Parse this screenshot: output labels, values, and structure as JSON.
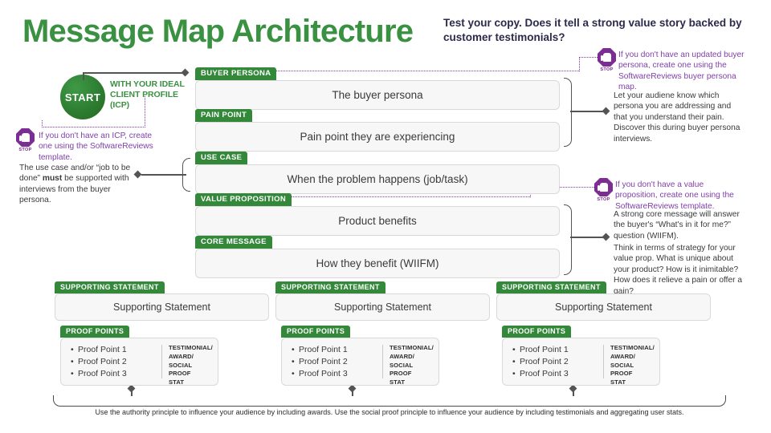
{
  "header": {
    "title": "Message Map Architecture",
    "subtitle": "Test your copy. Does it tell a strong value story backed by customer testimonials?"
  },
  "start": {
    "label": "START",
    "caption": "WITH YOUR IDEAL CLIENT PROFILE (ICP)"
  },
  "messages": [
    {
      "badge": "BUYER PERSONA",
      "text": "The buyer persona"
    },
    {
      "badge": "PAIN POINT",
      "text": "Pain point they are experiencing"
    },
    {
      "badge": "USE CASE",
      "text": "When the problem happens (job/task)"
    },
    {
      "badge": "VALUE PROPOSITION",
      "text": "Product benefits"
    },
    {
      "badge": "CORE MESSAGE",
      "text": "How they benefit (WIIFM)"
    }
  ],
  "columns": [
    {
      "supporting_badge": "SUPPORTING STATEMENT",
      "supporting_text": "Supporting Statement",
      "proof_badge": "PROOF POINTS",
      "proof_points": [
        "Proof Point 1",
        "Proof Point 2",
        "Proof Point 3"
      ],
      "proof_tag": [
        "TESTIMONIAL/",
        "AWARD/",
        "SOCIAL PROOF",
        "STAT"
      ]
    },
    {
      "supporting_badge": "SUPPORTING STATEMENT",
      "supporting_text": "Supporting Statement",
      "proof_badge": "PROOF POINTS",
      "proof_points": [
        "Proof Point 1",
        "Proof Point 2",
        "Proof Point 3"
      ],
      "proof_tag": [
        "TESTIMONIAL/",
        "AWARD/",
        "SOCIAL PROOF",
        "STAT"
      ]
    },
    {
      "supporting_badge": "SUPPORTING STATEMENT",
      "supporting_text": "Supporting Statement",
      "proof_badge": "PROOF POINTS",
      "proof_points": [
        "Proof Point 1",
        "Proof Point 2",
        "Proof Point 3"
      ],
      "proof_tag": [
        "TESTIMONIAL/",
        "AWARD/",
        "SOCIAL PROOF",
        "STAT"
      ]
    }
  ],
  "notes": {
    "icp_stop": "If you don't have an ICP, create one using the SoftwareReviews template.",
    "use_case_left_1": "The use case and/or “job to be",
    "use_case_left_2_pre": "done” ",
    "use_case_left_2_bold": "must",
    "use_case_left_2_post": " be supported with",
    "use_case_left_3": "interviews from the buyer persona.",
    "buyer_persona_stop": "If you don't have an updated buyer persona, create one using the SoftwareReviews buyer persona map.",
    "persona_note": "Let your audiene know which persona you are addressing and that you understand their pain. Discover this during buyer persona interviews.",
    "value_prop_stop": "If you don't have a value proposition, create one using the SoftwareReviews template.",
    "core_message_note": "A strong core message will answer the buyer's “What's in it for me?” question (WIIFM).",
    "strategy_note": "Think in terms of strategy for your value prop. What is unique about your product? How is it inimitable? How does it relieve a pain or offer a gain?"
  },
  "bottom_caption": "Use the authority principle to influence your audience by including awards. Use the social proof principle to influence your audience by including testimonials and aggregating user stats.",
  "icons": {
    "stop": "STOP"
  },
  "colors": {
    "brand_green": "#3a9142",
    "badge_green": "#33883a",
    "start_green": "#2e7d32",
    "purple": "#7b2d94",
    "note_purple": "#7e3fa8",
    "subtitle_navy": "#2b2a4a",
    "connector_gray": "#545454"
  }
}
